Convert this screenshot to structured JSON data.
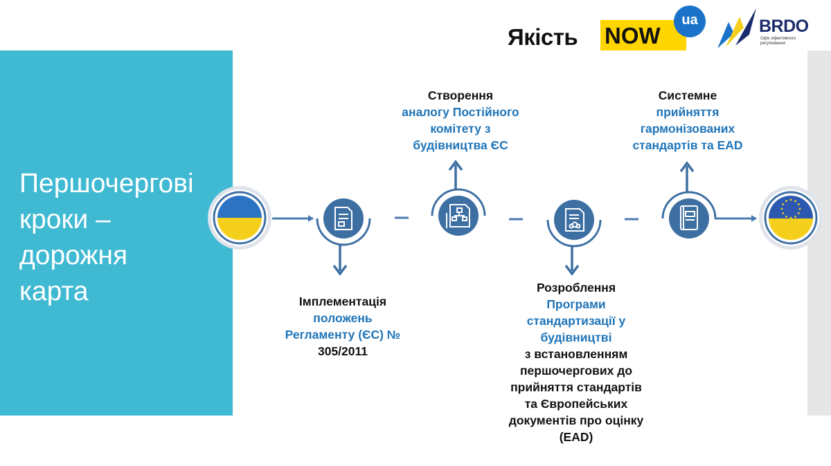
{
  "title_lines": [
    "Першочергові",
    "кроки –",
    "дорожня",
    "карта"
  ],
  "logos": {
    "yakist_word": "Якість",
    "yakist_now": "NOW",
    "yakist_ua": "ua",
    "brdo_name": "BRDO",
    "brdo_sub": "Офіс ефективного регулювання"
  },
  "colors": {
    "panel": "#40b9d3",
    "node_fill": "#3d6fa3",
    "ring": "#3d6fa3",
    "accent_text": "#1f74b8",
    "flag_blue": "#2d73c4",
    "flag_yellow": "#f4cf1c",
    "eu_blue": "#2d58b0"
  },
  "nodes": [
    {
      "id": "ukraine-flag",
      "icon": "ukraine-flag-icon"
    },
    {
      "id": "step-1",
      "icon": "document-icon",
      "direction": "down"
    },
    {
      "id": "step-2",
      "icon": "org-chart-document-icon",
      "direction": "up"
    },
    {
      "id": "step-3",
      "icon": "certificate-document-icon",
      "direction": "down"
    },
    {
      "id": "step-4",
      "icon": "standards-book-icon",
      "direction": "up"
    },
    {
      "id": "eu-flag",
      "icon": "eu-flag-icon"
    }
  ],
  "steps": [
    {
      "dark_top": "Імплементація",
      "blue_lines": [
        "положень",
        "Регламенту (ЄС) №"
      ],
      "dark_lines": [
        "305/2011"
      ]
    },
    {
      "dark_top": "Створення",
      "blue_lines": [
        "аналогу Постійного",
        "комітету з",
        "будівництва ЄС"
      ],
      "dark_lines": []
    },
    {
      "dark_top": "Розроблення",
      "blue_lines": [
        "Програми",
        "стандартизації у",
        "будівництві"
      ],
      "dark_lines": [
        "з встановленням",
        "першочергових до",
        "прийняття стандартів",
        "та Європейських",
        "документів про оцінку",
        "(EAD)"
      ]
    },
    {
      "dark_top": "Системне",
      "blue_lines": [
        "прийняття",
        "гармонізованих",
        "стандартів та EAD"
      ],
      "dark_lines": []
    }
  ]
}
